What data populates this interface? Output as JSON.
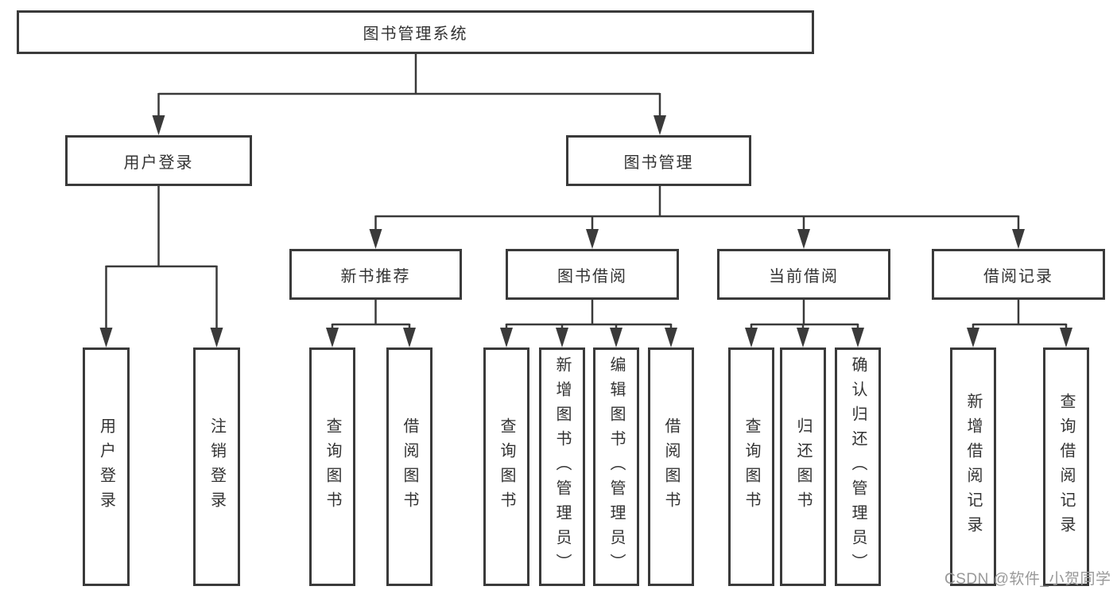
{
  "diagram": {
    "root": {
      "label": "图书管理系统"
    },
    "level2": {
      "user_login": {
        "label": "用户登录"
      },
      "book_mgmt": {
        "label": "图书管理"
      }
    },
    "level3": {
      "new_books": {
        "label": "新书推荐"
      },
      "book_borrow": {
        "label": "图书借阅"
      },
      "current_borrow": {
        "label": "当前借阅"
      },
      "borrow_records": {
        "label": "借阅记录"
      }
    },
    "leaves": {
      "user_login": [
        "用户登录",
        "注销登录"
      ],
      "new_books": [
        "查询图书",
        "借阅图书"
      ],
      "book_borrow": [
        "查询图书",
        "新增图书（管理员）",
        "编辑图书（管理员）",
        "借阅图书"
      ],
      "current_borrow": [
        "查询图书",
        "归还图书",
        "确认归还（管理员）"
      ],
      "borrow_records": [
        "新增借阅记录",
        "查询借阅记录"
      ]
    },
    "watermark": "CSDN @软件_小贺同学",
    "colors": {
      "line": "#3a3a3a",
      "box_border": "#3a3a3a",
      "text": "#333333",
      "watermark": "#999999",
      "background": "#ffffff"
    }
  }
}
